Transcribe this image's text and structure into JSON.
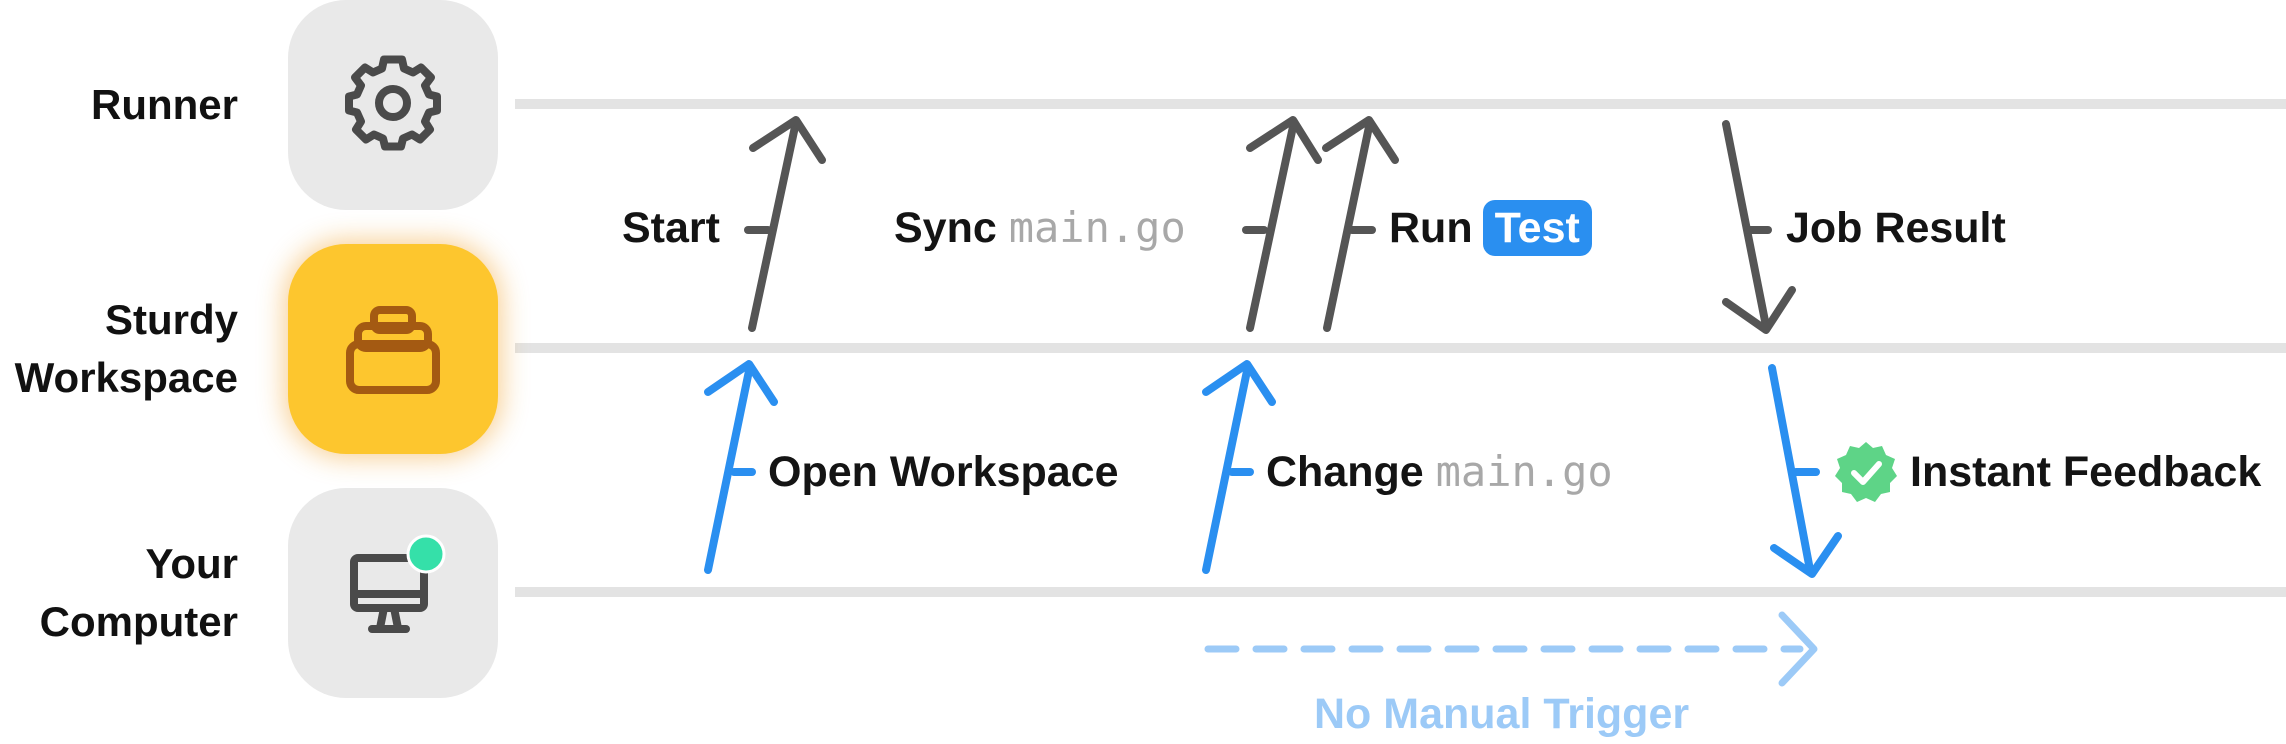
{
  "lanes": {
    "runner": {
      "label": "Runner",
      "icon": "gear-icon"
    },
    "workspace": {
      "line1": "Sturdy",
      "line2": "Workspace",
      "icon": "stack-icon"
    },
    "computer": {
      "line1": "Your",
      "line2": "Computer",
      "icon": "monitor-icon",
      "status_dot_color": "#35e0a9"
    }
  },
  "steps": {
    "start": "Start",
    "sync": "Sync",
    "sync_file": "main.go",
    "run": "Run",
    "run_badge": "Test",
    "job_result": "Job Result",
    "open_workspace": "Open Workspace",
    "change": "Change",
    "change_file": "main.go",
    "instant_feedback": "Instant Feedback"
  },
  "footer": {
    "note": "No Manual Trigger"
  },
  "colors": {
    "accent_blue": "#2a8ff0",
    "arrow_dark": "#555555",
    "lane_line": "#e3e3e3",
    "active_box": "#fdc62e",
    "check_green": "#5ed487",
    "muted_blue": "#9ccaf7"
  }
}
